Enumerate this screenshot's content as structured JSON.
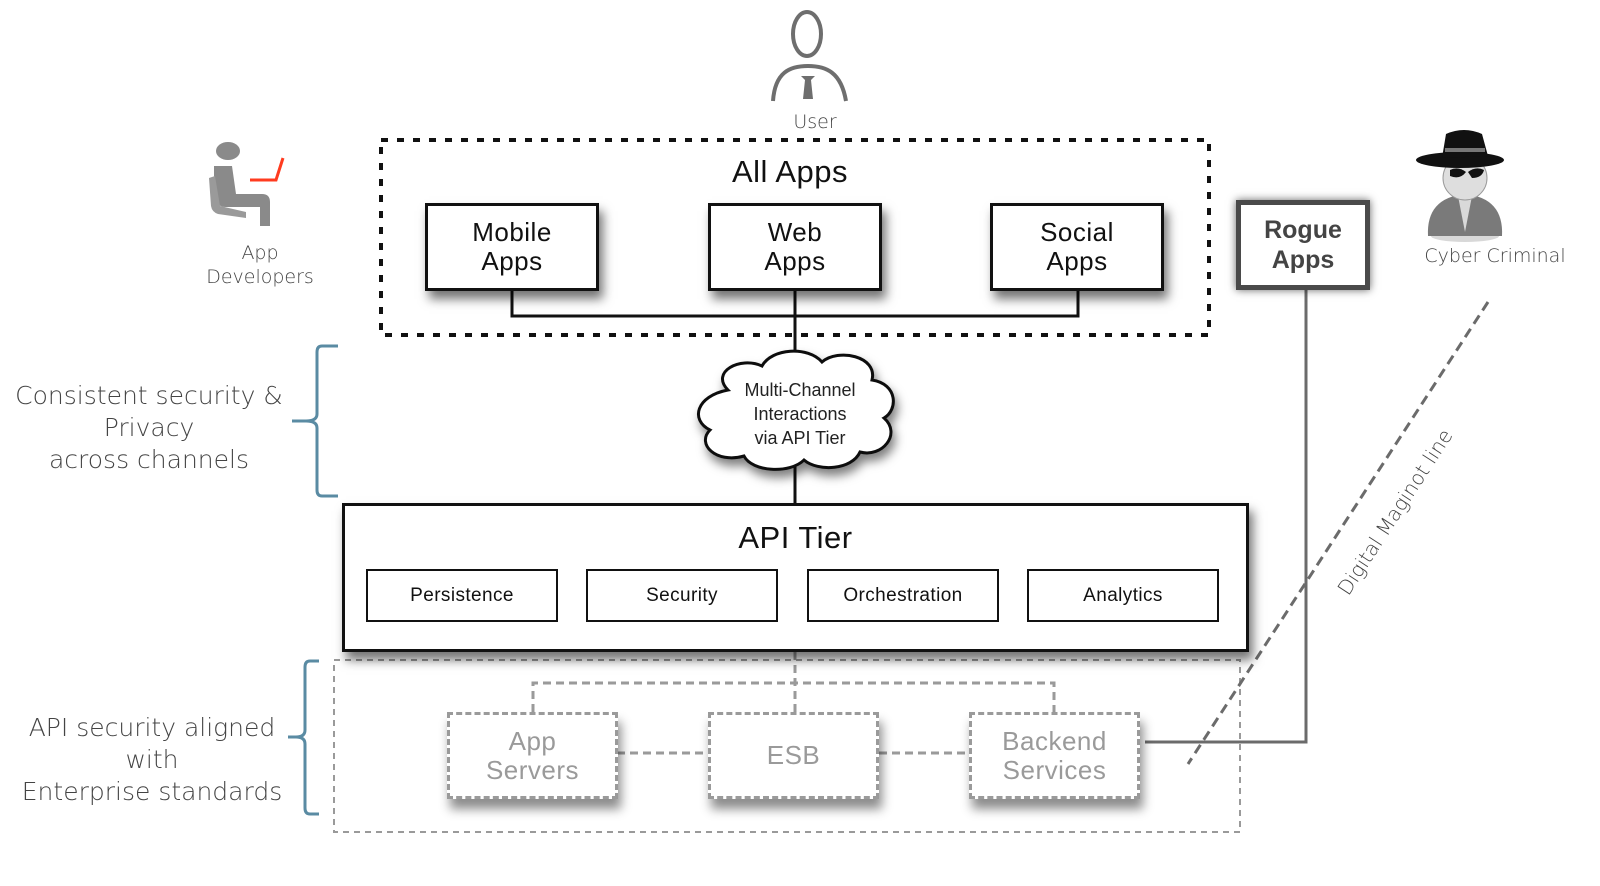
{
  "actors": {
    "user": {
      "label": "User",
      "icon": "user-icon"
    },
    "developers": {
      "label": "App\nDevelopers",
      "icon": "developer-at-laptop-icon",
      "accent": "#ff3b1f"
    },
    "criminal": {
      "label": "Cyber Criminal",
      "icon": "spy-hat-icon"
    }
  },
  "all_apps": {
    "title": "All Apps",
    "apps": [
      {
        "label": "Mobile\nApps"
      },
      {
        "label": "Web\nApps"
      },
      {
        "label": "Social\nApps"
      }
    ]
  },
  "rogue_apps": {
    "label": "Rogue\nApps"
  },
  "cloud": {
    "label": "Multi-Channel\nInteractions\nvia API Tier"
  },
  "api_tier": {
    "title": "API Tier",
    "components": [
      {
        "label": "Persistence"
      },
      {
        "label": "Security"
      },
      {
        "label": "Orchestration"
      },
      {
        "label": "Analytics"
      }
    ]
  },
  "backend": {
    "nodes": [
      {
        "label": "App\nServers"
      },
      {
        "label": "ESB"
      },
      {
        "label": "Backend\nServices"
      }
    ]
  },
  "annotations": {
    "channels": "Consistent security &\nPrivacy\nacross channels",
    "enterprise": "API security aligned with\nEnterprise standards",
    "maginot": "Digital Maginot line",
    "bracket_color": "#5a8ba3"
  }
}
